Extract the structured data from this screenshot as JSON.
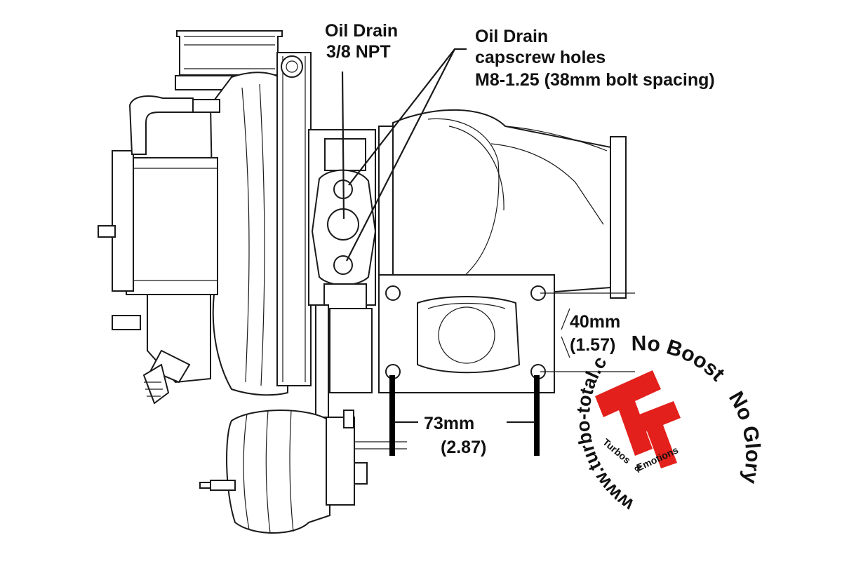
{
  "labels": {
    "oil_drain_title": "Oil Drain",
    "oil_drain_size": "3/8 NPT",
    "capscrew_line1": "Oil Drain",
    "capscrew_line2": "capscrew holes",
    "capscrew_line3": "M8-1.25 (38mm bolt spacing)",
    "dim_vertical_mm": "40mm",
    "dim_vertical_in": "(1.57)",
    "dim_horizontal_mm": "73mm",
    "dim_horizontal_in": "(2.87)"
  },
  "badge": {
    "slogan_left": "No Boost",
    "slogan_right": "No Glory",
    "url": "www.turbo-total.com",
    "brand_sub_1": "Turbos",
    "brand_sub_2": "&",
    "brand_sub_3": "Emotions",
    "logo_color": "#e3201b"
  },
  "colors": {
    "line": "#1a1a1a",
    "background": "#ffffff",
    "accent": "#e3201b"
  }
}
